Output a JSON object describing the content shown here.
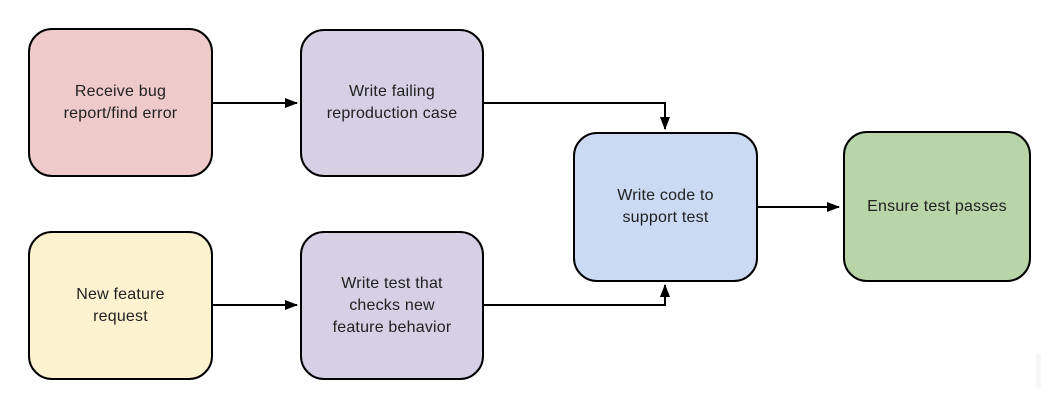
{
  "diagram": {
    "type": "flowchart",
    "nodes": [
      {
        "id": "receive-bug-report",
        "label": "Receive bug\nreport/find error",
        "fill": "#efcaca"
      },
      {
        "id": "write-failing-reproduction-case",
        "label": "Write failing\nreproduction case",
        "fill": "#d5d0e4"
      },
      {
        "id": "new-feature-request",
        "label": "New feature\nrequest",
        "fill": "#fcf2cf"
      },
      {
        "id": "write-test-checks-new-feature",
        "label": "Write test that\nchecks new\nfeature behavior",
        "fill": "#d5d0e4"
      },
      {
        "id": "write-code-to-support-test",
        "label": "Write code to\nsupport test",
        "fill": "#cbd9f3"
      },
      {
        "id": "ensure-test-passes",
        "label": "Ensure test passes",
        "fill": "#b7d5a7"
      }
    ],
    "edges": [
      {
        "from": "receive-bug-report",
        "to": "write-failing-reproduction-case"
      },
      {
        "from": "new-feature-request",
        "to": "write-test-checks-new-feature"
      },
      {
        "from": "write-failing-reproduction-case",
        "to": "write-code-to-support-test"
      },
      {
        "from": "write-test-checks-new-feature",
        "to": "write-code-to-support-test"
      },
      {
        "from": "write-code-to-support-test",
        "to": "ensure-test-passes"
      }
    ],
    "colors": {
      "canvas_background": "#ffffff",
      "node_border": "#000000",
      "node_text": "#212121",
      "arrow": "#000000"
    }
  }
}
